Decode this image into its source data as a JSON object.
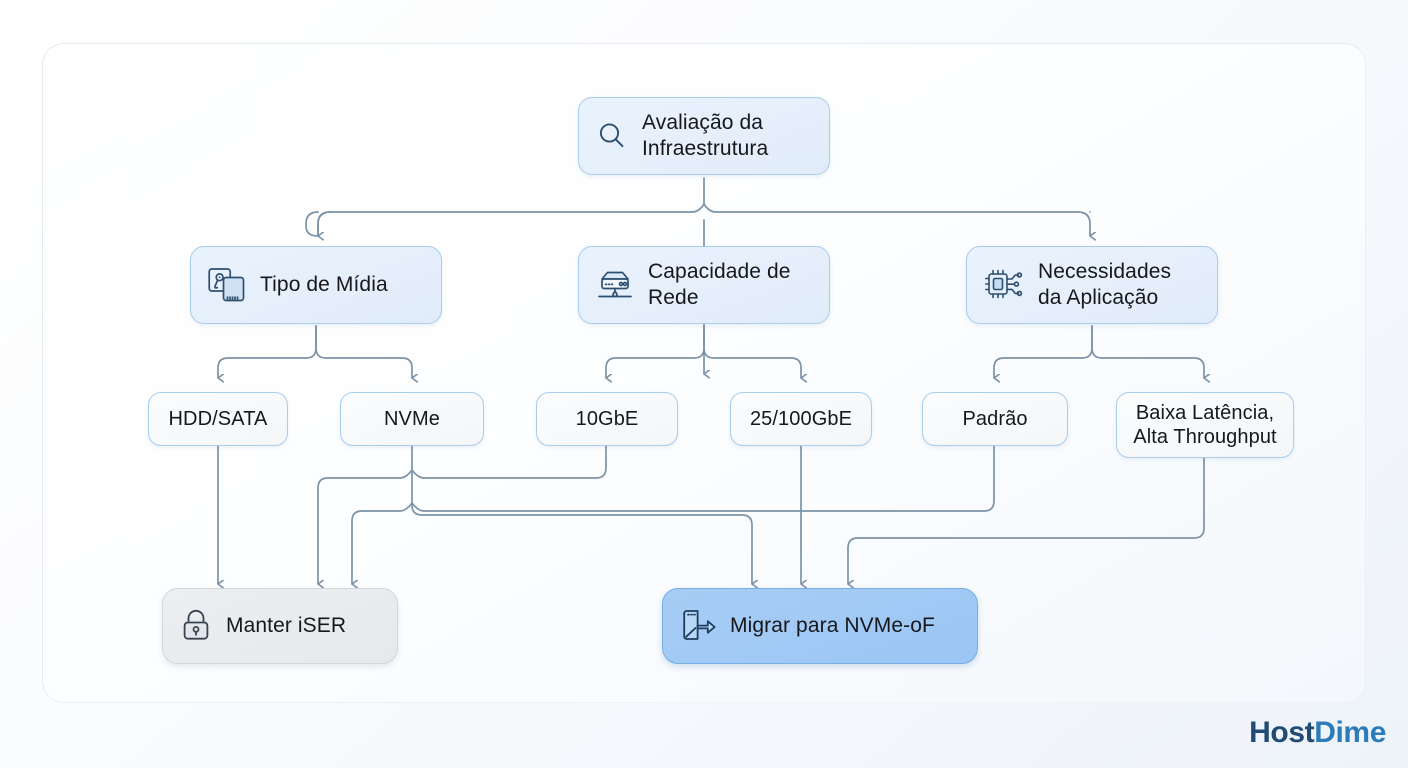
{
  "diagram": {
    "title_visible": false,
    "type": "decision-flowchart",
    "colors": {
      "node_blue_fill": "#e6f0fb",
      "node_blue_border": "#a8cdee",
      "leaf_fill": "#f7f9fb",
      "outcome_grey_fill": "#e9ecef",
      "outcome_accent_fill": "#a0c9f5",
      "connector": "#7d93a8",
      "connector_light": "#a9c4db",
      "brand_dark": "#214b74",
      "brand_light": "#2b7cb8"
    },
    "root": {
      "id": "avaliacao",
      "label": "Avaliação da\nInfraestrutura",
      "icon": "magnifier-icon"
    },
    "criteria": [
      {
        "id": "tipo-midia",
        "label": "Tipo de Mídia",
        "icon": "hard-disk-icon"
      },
      {
        "id": "capacidade",
        "label": "Capacidade de\nRede",
        "icon": "network-switch-icon"
      },
      {
        "id": "necessidades",
        "label": "Necessidades\nda Aplicação",
        "icon": "cpu-chip-icon"
      }
    ],
    "options": [
      {
        "id": "hdd-sata",
        "label": "HDD/SATA",
        "parent": "tipo-midia"
      },
      {
        "id": "nvme",
        "label": "NVMe",
        "parent": "tipo-midia"
      },
      {
        "id": "10gbe",
        "label": "10GbE",
        "parent": "capacidade"
      },
      {
        "id": "25-100gbe",
        "label": "25/100GbE",
        "parent": "capacidade"
      },
      {
        "id": "padrao",
        "label": "Padrão",
        "parent": "necessidades"
      },
      {
        "id": "baixa-lat",
        "label": "Baixa Latência,\nAlta Throughput",
        "parent": "necessidades"
      }
    ],
    "outcomes": [
      {
        "id": "manter-iser",
        "label": "Manter iSER",
        "icon": "lock-icon",
        "style": "grey",
        "from": [
          "hdd-sata",
          "10gbe",
          "padrao"
        ]
      },
      {
        "id": "migrar-nvmeof",
        "label": "Migrar para NVMe-oF",
        "icon": "migrate-icon",
        "style": "accent",
        "from": [
          "nvme",
          "25-100gbe",
          "baixa-lat"
        ]
      }
    ]
  },
  "brand": {
    "part1": "Host",
    "part2": "Dime"
  }
}
